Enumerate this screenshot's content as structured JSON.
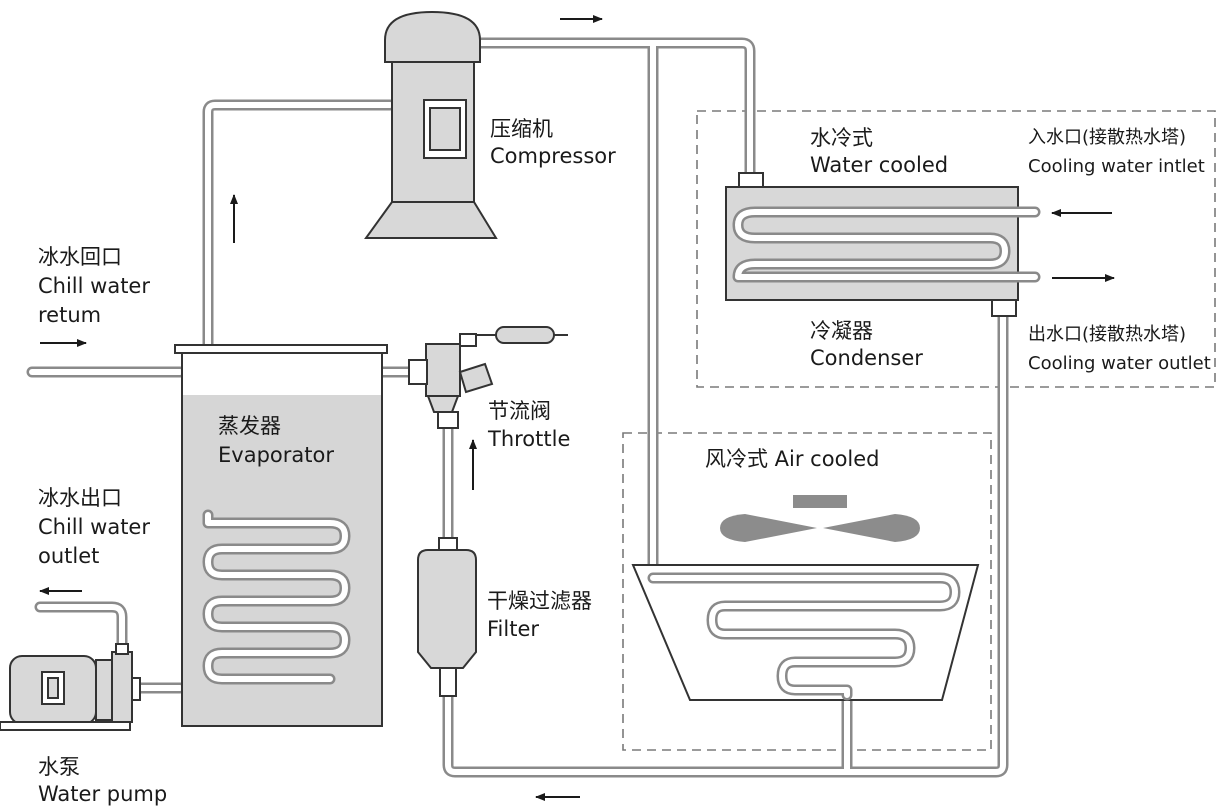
{
  "colors": {
    "pipe_outline": "#8a8a8a",
    "pipe_fill": "#ffffff",
    "component_fill": "#d8d8d8",
    "component_stroke": "#333333",
    "dark_grey": "#8c8c8c",
    "liquid": "#d6d6d6",
    "dashed_box": "#7a7a7a",
    "text": "#1a1a1a"
  },
  "labels": {
    "compressor_cn": "压缩机",
    "compressor_en": "Compressor",
    "water_cooled_cn": "水冷式",
    "water_cooled_en": "Water cooled",
    "cooling_inlet_cn": "入水口(接散热水塔)",
    "cooling_inlet_en": "Cooling water intlet",
    "condenser_cn": "冷凝器",
    "condenser_en": "Condenser",
    "cooling_outlet_cn": "出水口(接散热水塔)",
    "cooling_outlet_en": "Cooling water outlet",
    "chill_return_cn": "冰水回口",
    "chill_return_en_1": "Chill water",
    "chill_return_en_2": "retum",
    "evaporator_cn": "蒸发器",
    "evaporator_en": "Evaporator",
    "throttle_cn": "节流阀",
    "throttle_en": "Throttle",
    "air_cooled": "风冷式  Air cooled",
    "chill_outlet_cn": "冰水出口",
    "chill_outlet_en_1": "Chill water",
    "chill_outlet_en_2": "outlet",
    "filter_cn": "干燥过滤器",
    "filter_en": "Filter",
    "pump_cn": "水泵",
    "pump_en": "Water pump"
  },
  "icons": {
    "flow_arrows": "arrow-icon",
    "fan": "fan-icon"
  }
}
